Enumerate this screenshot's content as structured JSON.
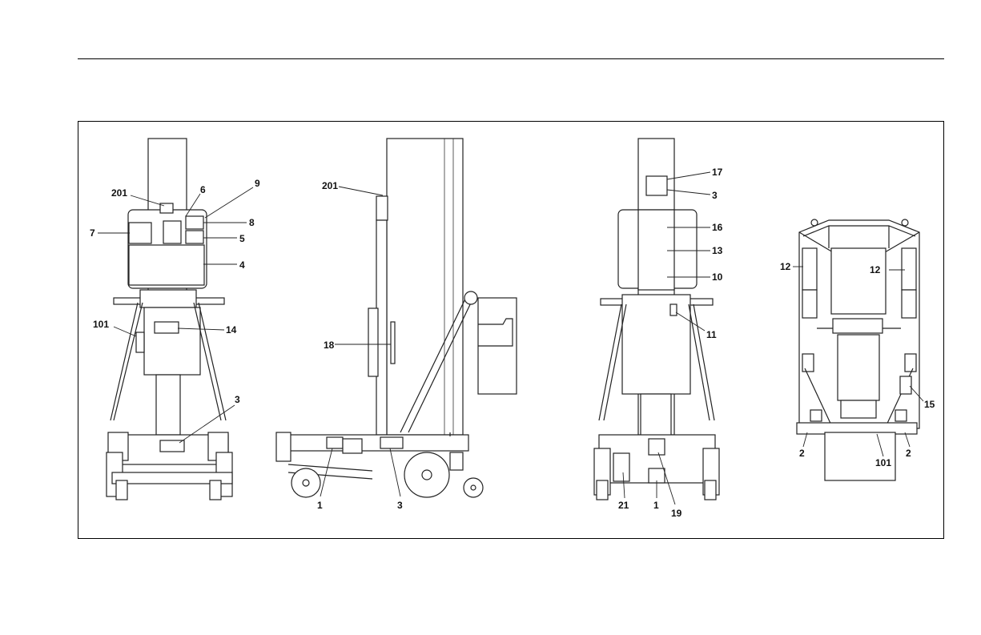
{
  "views": {
    "front": {
      "labels": [
        "201",
        "6",
        "9",
        "8",
        "7",
        "5",
        "4",
        "101",
        "14",
        "3"
      ]
    },
    "side": {
      "labels": [
        "201",
        "18",
        "1",
        "3"
      ]
    },
    "rear": {
      "labels": [
        "17",
        "3",
        "16",
        "13",
        "10",
        "11",
        "21",
        "1",
        "19"
      ]
    },
    "top": {
      "labels": [
        "12",
        "12",
        "15",
        "2",
        "101",
        "2"
      ]
    }
  }
}
